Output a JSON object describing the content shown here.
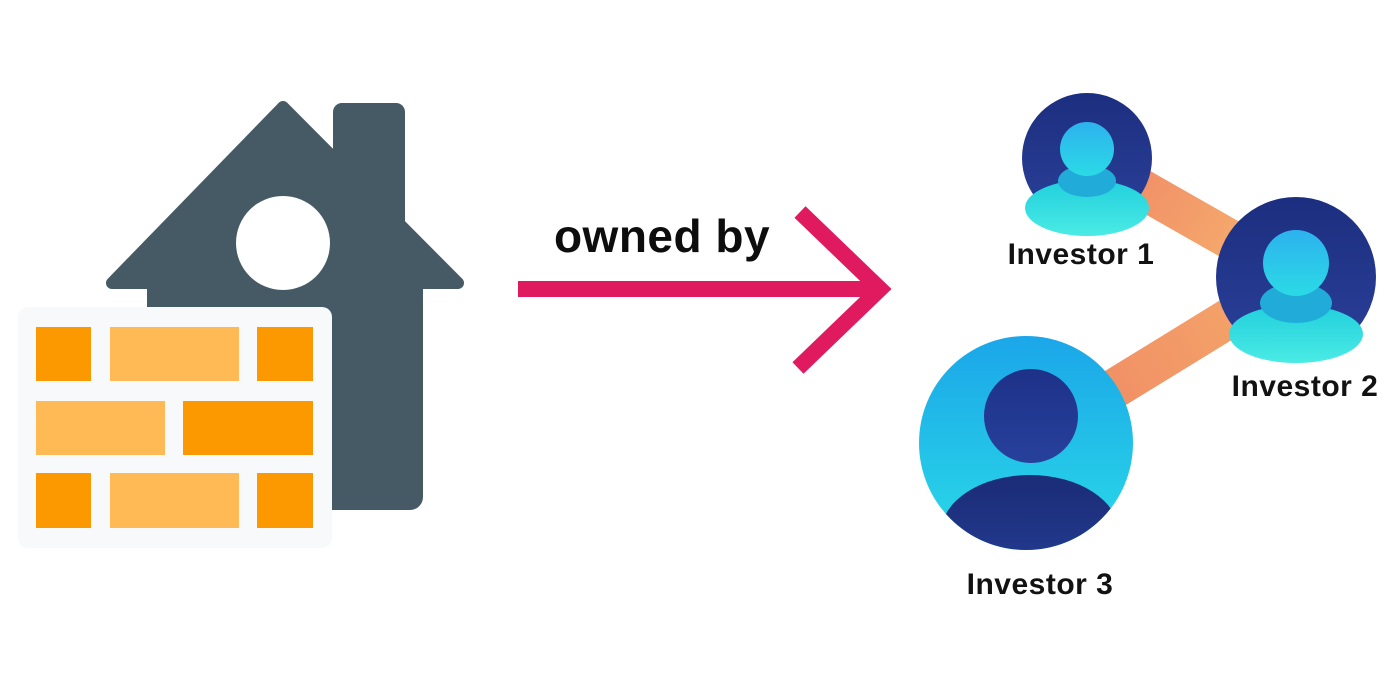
{
  "canvas": {
    "background": "#ffffff"
  },
  "property": {
    "icon": "house-with-brick-wall-icon",
    "house_color": "#455A64",
    "window_color": "#ffffff",
    "wall_panel_color": "#F8F9FA",
    "brick_dark": "#FC9901",
    "brick_light": "#FFBA55"
  },
  "relationship": {
    "label": "owned by",
    "arrow_icon": "right-arrow-icon",
    "arrow_color": "#E01A5F",
    "label_color": "#0D0D0D"
  },
  "investors": [
    {
      "label": "Investor 1"
    },
    {
      "label": "Investor 2"
    },
    {
      "label": "Investor 3"
    }
  ],
  "avatar": {
    "navy_top": "#1C2E7F",
    "navy_bottom": "#2A4099",
    "head_cyan_top": "#2DB2EE",
    "head_cyan_bottom": "#2BDAE6",
    "shoulders_cyan_top": "#21CFDD",
    "shoulders_cyan_bottom": "#4AEBE4",
    "neck_shadow": "#21ABD9",
    "blue_top": "#1BA6E9",
    "blue_bottom": "#2ADAE7",
    "navy_head_top": "#1E3189",
    "navy_head_bottom": "#27419B",
    "navy_shoulders_top": "#1B2C77",
    "navy_shoulders_bottom": "#253E95"
  },
  "connector": {
    "coral": "#EF8565",
    "orange": "#F7B76F",
    "mid_orange": "#F5AA69",
    "icon": "link-line-icon"
  },
  "label_color": "#121212"
}
